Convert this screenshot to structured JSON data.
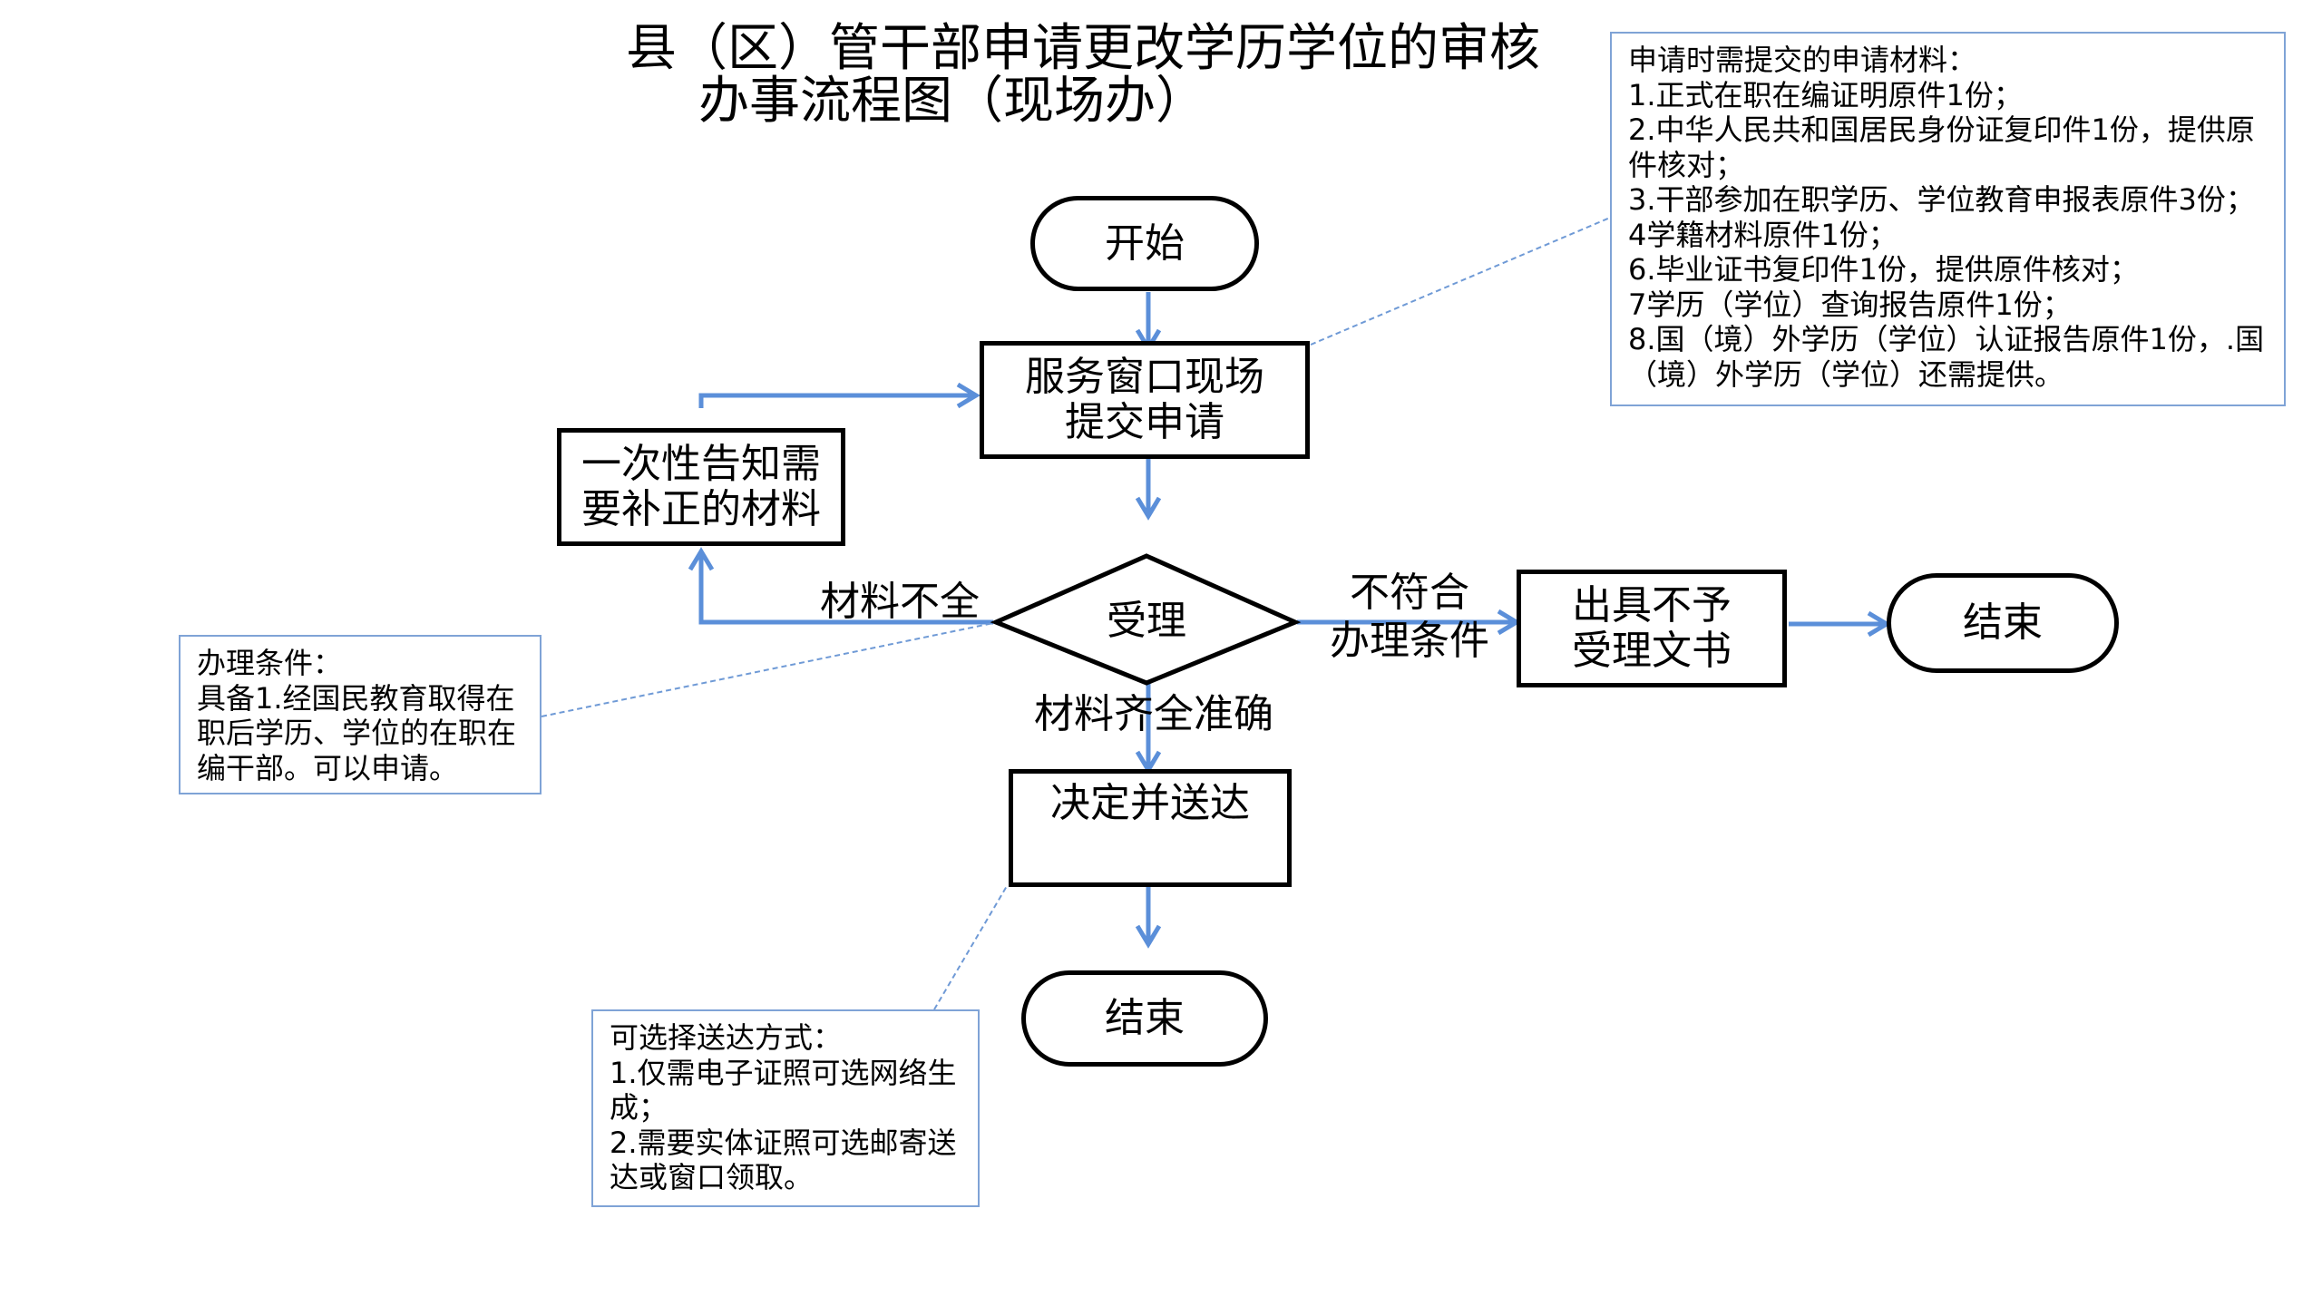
{
  "title": {
    "line1": "县（区）管干部申请更改学历学位的审核",
    "line2": "办事流程图（现场办）"
  },
  "nodes": {
    "start": "开始",
    "submit": [
      "服务窗口现场",
      "提交申请"
    ],
    "notify": [
      "一次性告知需",
      "要补正的材料"
    ],
    "accept": "受理",
    "reject_doc": [
      "出具不予",
      "受理文书"
    ],
    "end_right": "结束",
    "decide": "决定并送达",
    "end_bottom": "结束"
  },
  "edge_labels": {
    "incomplete": "材料不全",
    "not_qualified": [
      "不符合",
      "办理条件"
    ],
    "complete": "材料齐全准确"
  },
  "notes": {
    "materials": [
      "申请时需提交的申请材料：",
      "1.正式在职在编证明原件1份；",
      "2.中华人民共和国居民身份证复印件1份，提供原",
      "件核对；",
      "3.干部参加在职学历、学位教育申报表原件3份；",
      "4学籍材料原件1份；",
      "6.毕业证书复印件1份，提供原件核对；",
      "7学历（学位）查询报告原件1份；",
      "8.国（境）外学历（学位）认证报告原件1份，.国",
      "（境）外学历（学位）还需提供。"
    ],
    "conditions": [
      "办理条件：",
      "具备1.经国民教育取得在",
      "职后学历、学位的在职在",
      "编干部。可以申请。"
    ],
    "delivery": [
      "可选择送达方式：",
      "1.仅需电子证照可选网络生",
      "成；",
      "2.需要实体证照可选邮寄送",
      "达或窗口领取。"
    ]
  },
  "colors": {
    "arrow": "#5b8fd9",
    "note_border": "#7fa3d6",
    "dashed": "#6f9ad6",
    "node_border": "#000000"
  }
}
